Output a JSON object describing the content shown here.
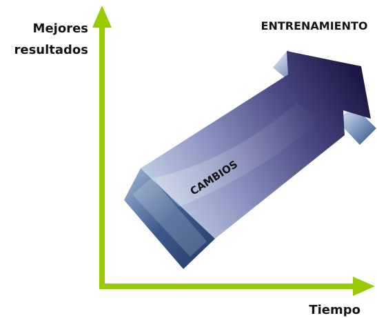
{
  "axes": {
    "y_label_line1": "Mejores",
    "y_label_line2": "resultados",
    "x_label": "Tiempo",
    "color": "#99cc00"
  },
  "arrow": {
    "title": "ENTRENAMIENTO",
    "body_label": "CAMBIOS",
    "gradient_light": "#c8d8ec",
    "gradient_dark": "#1c1745"
  }
}
